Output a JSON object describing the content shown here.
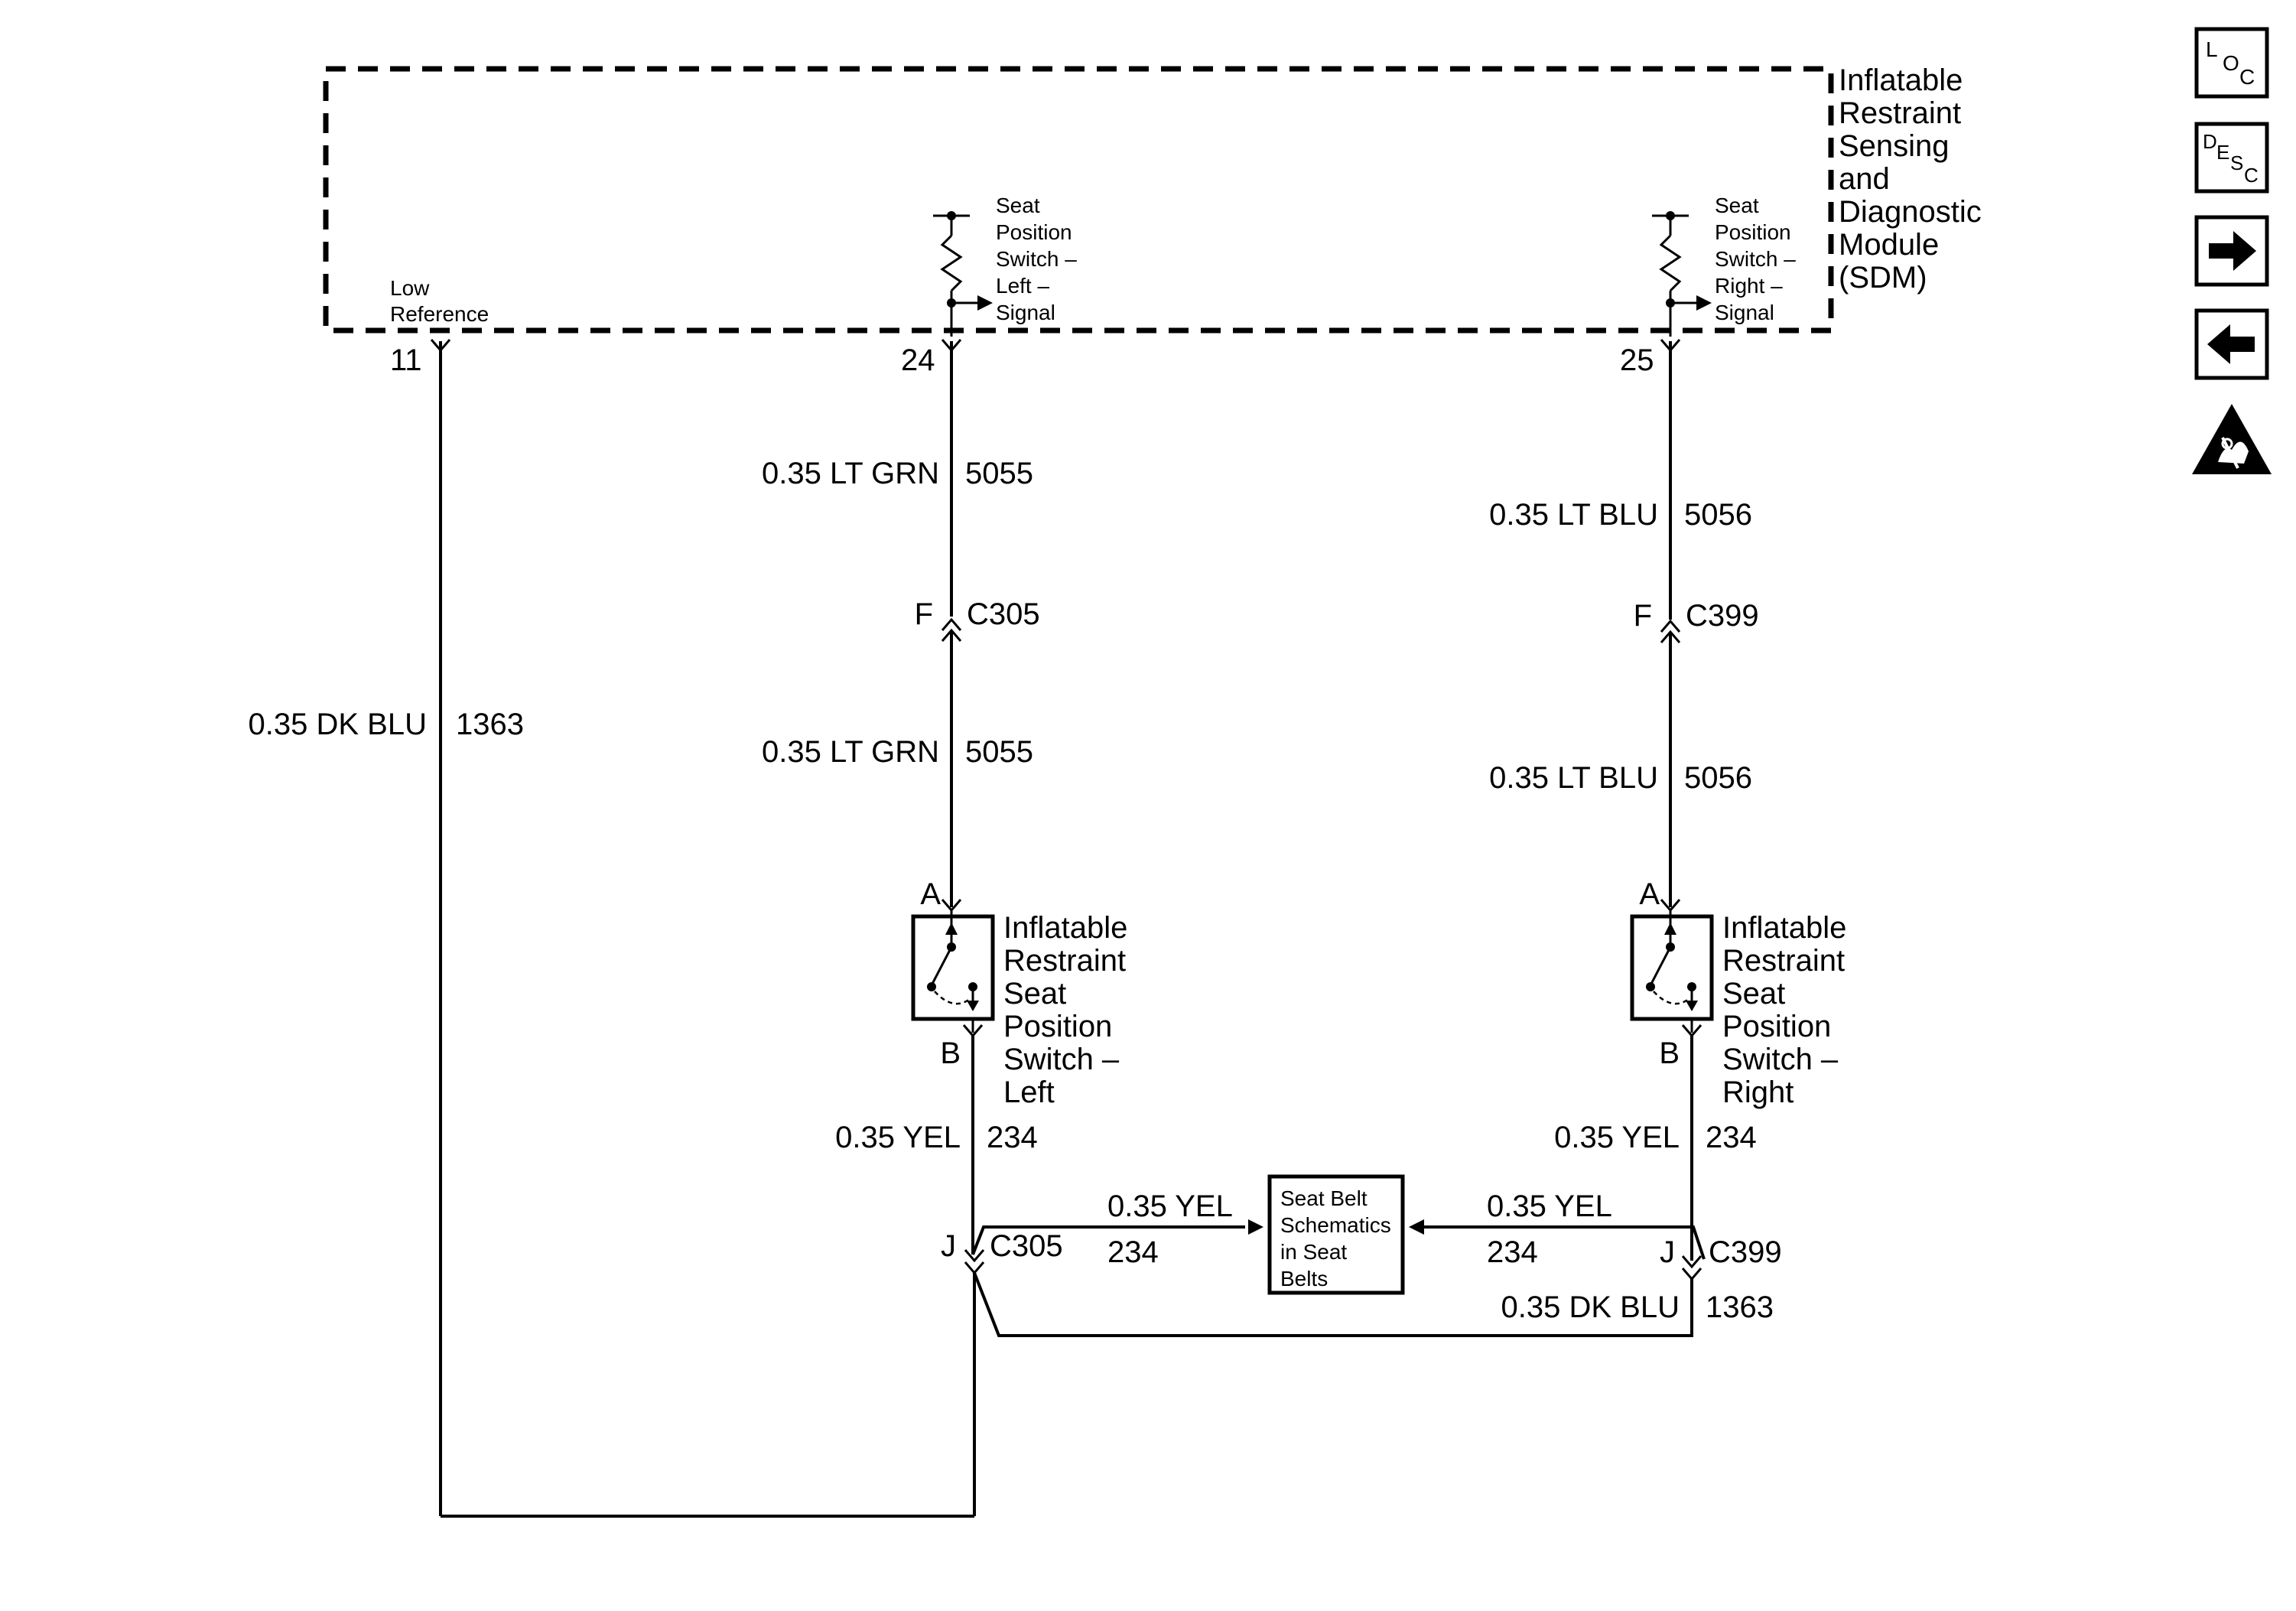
{
  "sdm": {
    "title_lines": [
      "Inflatable",
      "Restraint",
      "Sensing",
      "and",
      "Diagnostic",
      "Module",
      "(SDM)"
    ],
    "low_ref_lines": [
      "Low",
      "Reference"
    ],
    "left_signal_lines": [
      "Seat",
      "Position",
      "Switch –",
      "Left –",
      "Signal"
    ],
    "right_signal_lines": [
      "Seat",
      "Position",
      "Switch –",
      "Right –",
      "Signal"
    ],
    "pins": {
      "low_ref": "11",
      "left": "24",
      "right": "25"
    }
  },
  "wires": {
    "dk_blu_main": {
      "spec": "0.35 DK BLU",
      "circuit": "1363"
    },
    "left_upper": {
      "spec": "0.35 LT GRN",
      "circuit": "5055"
    },
    "left_lower": {
      "spec": "0.35 LT GRN",
      "circuit": "5055"
    },
    "right_upper": {
      "spec": "0.35 LT BLU",
      "circuit": "5056"
    },
    "right_lower": {
      "spec": "0.35 LT BLU",
      "circuit": "5056"
    },
    "left_yel": {
      "spec": "0.35 YEL",
      "circuit": "234"
    },
    "right_yel": {
      "spec": "0.35 YEL",
      "circuit": "234"
    },
    "to_seatbelt_left": {
      "spec": "0.35 YEL",
      "circuit": "234"
    },
    "to_seatbelt_right": {
      "spec": "0.35 YEL",
      "circuit": "234"
    },
    "dk_blu_bottom": {
      "spec": "0.35 DK BLU",
      "circuit": "1363"
    }
  },
  "connectors": {
    "left_upper": {
      "pin": "F",
      "name": "C305"
    },
    "right_upper": {
      "pin": "F",
      "name": "C399"
    },
    "left_lower": {
      "pin": "J",
      "name": "C305"
    },
    "right_lower": {
      "pin": "J",
      "name": "C399"
    }
  },
  "switches": {
    "left": {
      "pin_a": "A",
      "pin_b": "B",
      "label_lines": [
        "Inflatable",
        "Restraint",
        "Seat",
        "Position",
        "Switch –",
        "Left"
      ]
    },
    "right": {
      "pin_a": "A",
      "pin_b": "B",
      "label_lines": [
        "Inflatable",
        "Restraint",
        "Seat",
        "Position",
        "Switch –",
        "Right"
      ]
    }
  },
  "seat_belt_box": {
    "label_lines": [
      "Seat Belt",
      "Schematics",
      "in Seat",
      "Belts"
    ]
  },
  "nav": {
    "loc": {
      "letters": [
        "L",
        "O",
        "C"
      ]
    },
    "desc": {
      "letters": [
        "D",
        "E",
        "S",
        "C"
      ]
    },
    "next_icon": "right-arrow-icon",
    "prev_icon": "left-arrow-icon",
    "warning_icon": "esd-warning-icon"
  }
}
